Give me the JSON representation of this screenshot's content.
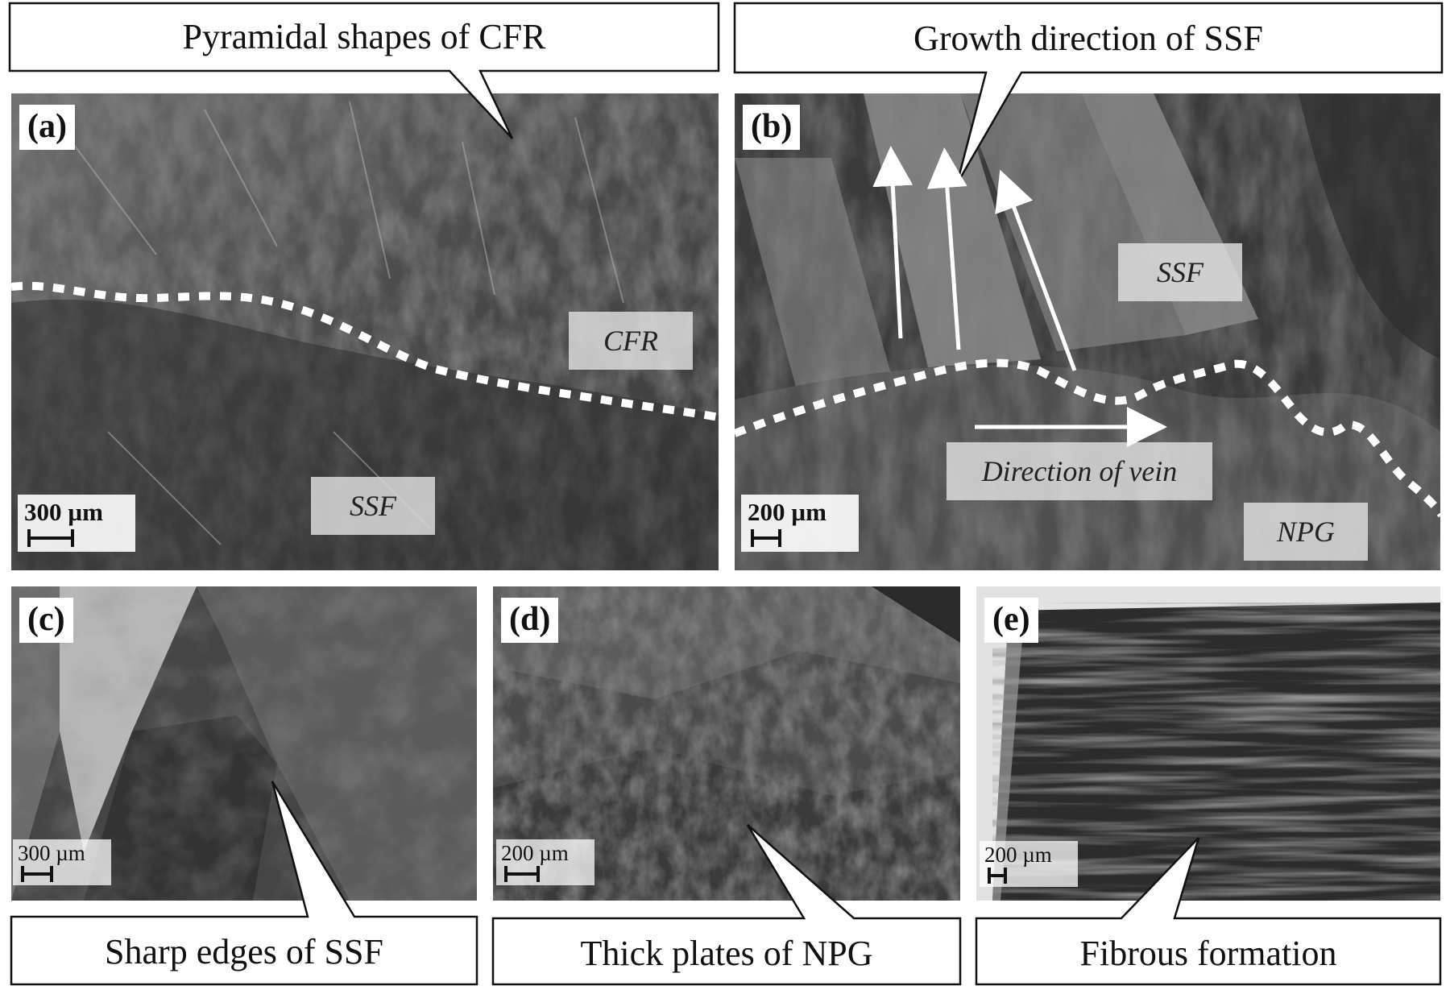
{
  "panels": {
    "a": {
      "label": "(a)",
      "tags": [
        "CFR",
        "SSF"
      ],
      "scale": "300 µm",
      "callout": "Pyramidal shapes of CFR"
    },
    "b": {
      "label": "(b)",
      "tags": [
        "SSF",
        "Direction of  vein",
        "NPG"
      ],
      "scale": "200 µm",
      "callout": "Growth direction of SSF"
    },
    "c": {
      "label": "(c)",
      "scale": "300 µm",
      "callout": "Sharp edges of SSF"
    },
    "d": {
      "label": "(d)",
      "scale": "200 µm",
      "callout": "Thick plates of NPG"
    },
    "e": {
      "label": "(e)",
      "scale": "200 µm",
      "callout": "Fibrous formation"
    }
  },
  "colors": {
    "frame": "#111111",
    "annotation": "#ffffff",
    "sem_dark": "#2e2e2e",
    "sem_light": "#8a8a8a"
  }
}
